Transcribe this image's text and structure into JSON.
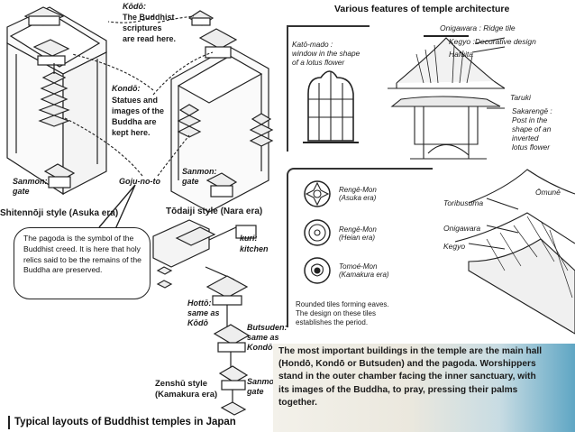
{
  "left_panel": {
    "kodo_label": "Kōdō:",
    "kodo_desc": "The Buddhist\nscriptures\nare read here.",
    "kondo_label": "Kondō:",
    "kondo_desc": "Statues and\nimages of the\nBuddha are\nkept here.",
    "sanmon_left": "Sanmon:\ngate",
    "gojunoto": "Goju-no-to",
    "sanmon_right": "Sanmon:\ngate",
    "shitennoji": "Shitennōji style (Asuka era)",
    "todaiji": "Tōdaiji style (Nara era)",
    "bubble_text": "The pagoda is the symbol of the Buddhist creed. It is here that holy relics said to be the remains of the Buddha are preserved.",
    "kuri": "kuri:\nkitchen",
    "hotto": "Hottō:\nsame as\nKōdō",
    "butsuden": "Butsuden:\nsame as\nKondō",
    "zenshu": "Zenshū style\n(Kamakura era)",
    "sanmon_bottom": "Sanmon:\ngate",
    "caption": "Typical layouts of Buddhist temples in Japan"
  },
  "right_panel": {
    "title": "Various features of temple architecture",
    "onigawara_ridge": "Onigawara : Ridge tile",
    "kegyo_deco": "Kegyo :Decorative design",
    "hafuita": "Hafuita",
    "katomado": "Katō-mado :\nwindow in the shape\nof a lotus flower",
    "taruki": "Taruki",
    "sakarenge": "Sakarengē :\nPost in the\nshape of an\ninverted\nlotus flower",
    "renge_asuka": "Rengē-Mon\n(Asuka era)",
    "renge_heian": "Rengē-Mon\n(Heian era)",
    "tomoe": "Tomoé-Mon\n(Kamakura era)",
    "rounded_tiles": "Rounded tiles forming eaves.\nThe design on these tiles\nestablishes the period.",
    "toribusuma": "Toribusuma",
    "omune": "Ōmunē",
    "onigawara": "Onigawara",
    "kegyo": "Kegyo"
  },
  "info_box": {
    "text": "The most important buildings in the temple are the main hall (Hondō, Kondō or Butsuden) and the pagoda. Worshippers stand in the outer chamber facing the inner sanctuary, with its images of the Buddha, to pray, pressing their palms together."
  },
  "colors": {
    "ink": "#222222",
    "info_bg": "#ebe8de",
    "info_accent": "#5fa6c4"
  }
}
